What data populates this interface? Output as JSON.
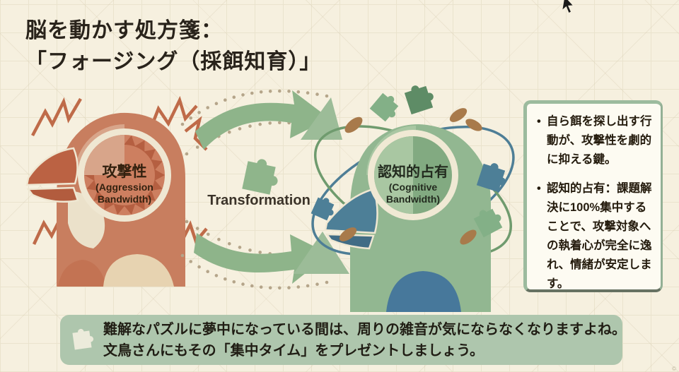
{
  "slide": {
    "title_line1": "脳を動かす処方箋：",
    "title_line2": "「フォージング（採餌知育）」"
  },
  "diagram": {
    "left_head": {
      "title": "攻撃性",
      "subtitle1": "(Aggression",
      "subtitle2": "Bandwidth)"
    },
    "right_head": {
      "title": "認知的占有",
      "subtitle1": "(Cognitive",
      "subtitle2": "Bandwidth)"
    },
    "transformation_label": "Transformation"
  },
  "side_panel": {
    "bullets": [
      "自ら餌を探し出す行動が、攻撃性を劇的に抑える鍵。",
      "認知的占有：課題解決に100%集中することで、攻撃対象への執着心が完全に逸れ、情緒が安定します。"
    ]
  },
  "bottom_banner": {
    "line1": "難解なパズルに夢中になっている間は、周りの雑音が気にならなくなりますよね。",
    "line2": "文鳥さんにもその「集中タイム」をプレゼントしましょう。"
  },
  "watermark": "©",
  "colors": {
    "background": "#f6f0df",
    "terracotta": "#c87e5f",
    "terracotta_dark": "#b55f41",
    "sage_green": "#92b791",
    "teal_blue": "#4d7f97",
    "seed_brown": "#a87a4b",
    "banner_green": "#aec6ad",
    "panel_border_green": "#9cbb9e",
    "text_dark": "#29231b"
  }
}
